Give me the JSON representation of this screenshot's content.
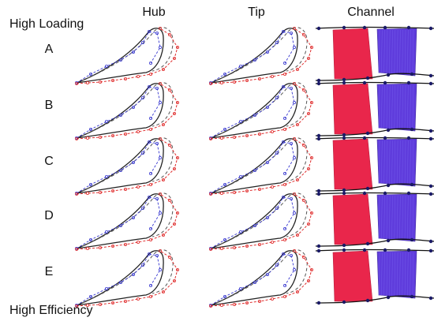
{
  "columns": {
    "hub": "Hub",
    "tip": "Tip",
    "channel": "Channel"
  },
  "axis": {
    "top": "High Loading",
    "bottom": "High Efficiency"
  },
  "rows": [
    "A",
    "B",
    "C",
    "D",
    "E"
  ],
  "colors": {
    "blade": "#222222",
    "camber": "#555555",
    "ctrl_pressure": "#e03030",
    "ctrl_suction": "#3a3ad0",
    "channel_red": "#e8143c",
    "channel_blue": "#4a22d8",
    "wall": "#111111"
  }
}
